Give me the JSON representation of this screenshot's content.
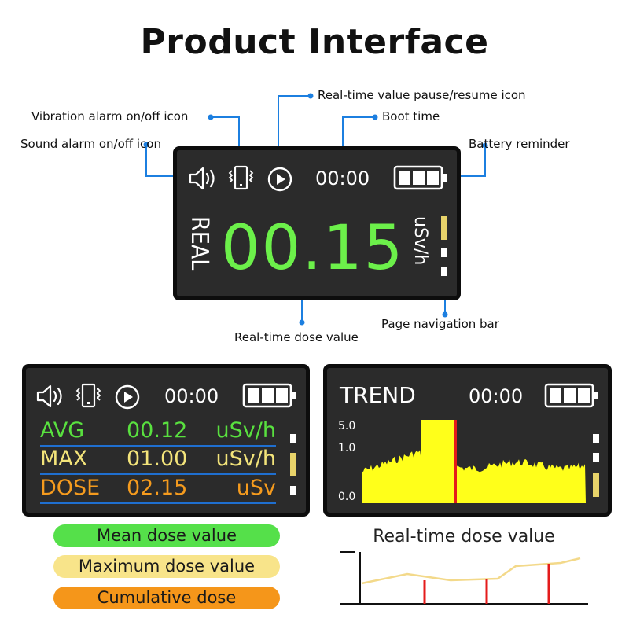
{
  "page": {
    "title": "Product Interface"
  },
  "callouts": {
    "pause_resume": "Real-time value pause/resume icon",
    "vibration": "Vibration alarm on/off icon",
    "boot_time": "Boot time",
    "sound": "Sound alarm on/off icon",
    "battery": "Battery reminder",
    "page_nav": "Page navigation bar",
    "dose_value": "Real-time dose value"
  },
  "main_screen": {
    "time": "00:00",
    "mode": "REAL",
    "value": "00.15",
    "unit": "uSv/h",
    "nav_colors": [
      "#e8d36a",
      "#ffffff",
      "#ffffff"
    ],
    "value_color": "#6cf04a"
  },
  "stats_screen": {
    "time": "00:00",
    "rows": [
      {
        "label": "AVG",
        "value": "00.12",
        "unit": "uSv/h",
        "color": "#59e13f"
      },
      {
        "label": "MAX",
        "value": "01.00",
        "unit": "uSv/h",
        "color": "#f3e47a"
      },
      {
        "label": "DOSE",
        "value": "02.15",
        "unit": "uSv",
        "color": "#f59b1e"
      }
    ],
    "nav_colors": [
      "#ffffff",
      "#e8d36a",
      "#ffffff"
    ]
  },
  "trend_screen": {
    "title": "TREND",
    "time": "00:00",
    "y_labels": [
      "5.0",
      "1.0",
      "0.0"
    ],
    "fill_color": "#ffff1a",
    "marker_color": "#e41b1b",
    "nav_colors": [
      "#ffffff",
      "#ffffff",
      "#e8d36a"
    ]
  },
  "legend": {
    "mean": {
      "label": "Mean dose value",
      "color": "#55e04a"
    },
    "max": {
      "label": "Maximum dose value",
      "color": "#f8e48a"
    },
    "cumulative": {
      "label": "Cumulative dose",
      "color": "#f5961a"
    }
  },
  "realtime_diagram": {
    "caption": "Real-time dose value",
    "line_color": "#f3d98a",
    "marker_color": "#e41b1b"
  },
  "colors": {
    "callout_line": "#1c7fe0",
    "screen_bg": "#2b2b2b",
    "screen_border": "#0d0d0d"
  }
}
